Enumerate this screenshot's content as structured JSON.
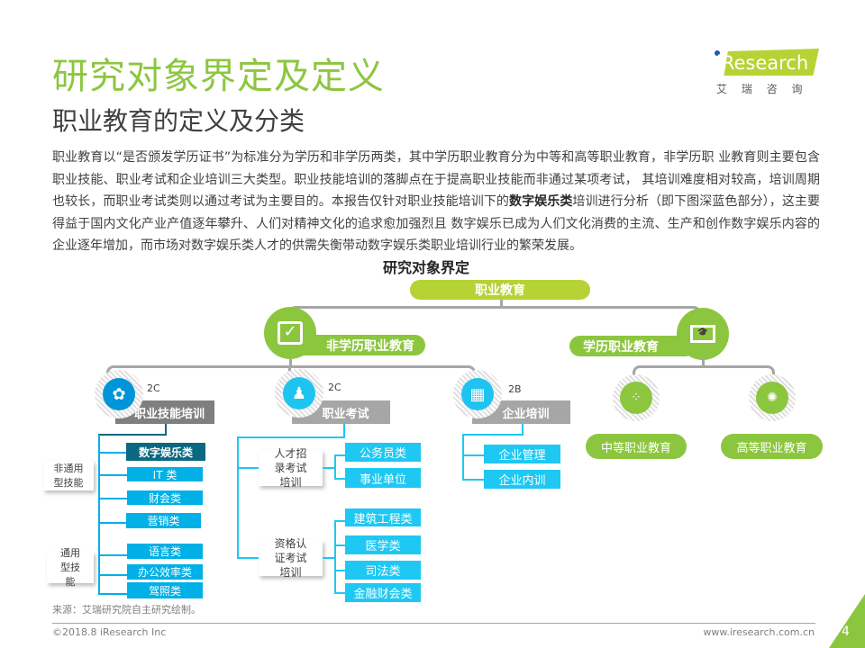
{
  "header": {
    "title": "研究对象界定及定义",
    "subtitle": "职业教育的定义及分类",
    "logo_text": "iResearch",
    "logo_sub": "艾 瑞 咨 询"
  },
  "paragraph": {
    "part1": "职业教育以“是否颁发学历证书”为标准分为学历和非学历两类，其中学历职业教育分为中等和高等职业教育，非学历职 业教育则主要包含职业技能、职业考试和企业培训三大类型。职业技能培训的落脚点在于提高职业技能而非通过某项考试， 其培训难度相对较高，培训周期也较长，而职业考试类则以通过考试为主要目的。本报告仅针对职业技能培训下的",
    "bold": "数字娱乐类",
    "part2": "培训进行分析（即下图深蓝色部分），这主要得益于国内文化产业产值逐年攀升、人们对精神文化的追求愈加强烈且 数字娱乐已成为人们文化消费的主流、生产和创作数字娱乐内容的企业逐年增加，而市场对数字娱乐类人才的供需失衡带动数字娱乐类职业培训行业的繁荣发展。"
  },
  "diagram": {
    "title": "研究对象界定",
    "root": "职业教育",
    "non_degree": "非学历职业教育",
    "degree": "学历职业教育",
    "skills": {
      "label": "职业技能培训",
      "tag": "2C",
      "groups": [
        "非通用型技能",
        "通用型技能"
      ],
      "items": [
        "数字娱乐类",
        "IT 类",
        "财会类",
        "营销类",
        "语言类",
        "办公效率类",
        "驾照类"
      ]
    },
    "exam": {
      "label": "职业考试",
      "tag": "2C",
      "groups": [
        "人才招录考试培训",
        "资格认证考试培训"
      ],
      "recruit_items": [
        "公务员类",
        "事业单位"
      ],
      "cert_items": [
        "建筑工程类",
        "医学类",
        "司法类",
        "金融财会类"
      ]
    },
    "corp": {
      "label": "企业培训",
      "tag": "2B",
      "items": [
        "企业管理",
        "企业内训"
      ]
    },
    "degree_items": [
      "中等职业教育",
      "高等职业教育"
    ]
  },
  "footer": {
    "source": "来源：艾瑞研究院自主研究绘制。",
    "copyright": "©2018.8 iResearch Inc",
    "url": "www.iresearch.com.cn",
    "page": "4"
  },
  "colors": {
    "green": "#8cc63f",
    "lime": "#b5d334",
    "blue": "#00b0e6",
    "cyan": "#1ec8f2",
    "dark_blue": "#0a6880",
    "gray": "#7f7f7f"
  }
}
